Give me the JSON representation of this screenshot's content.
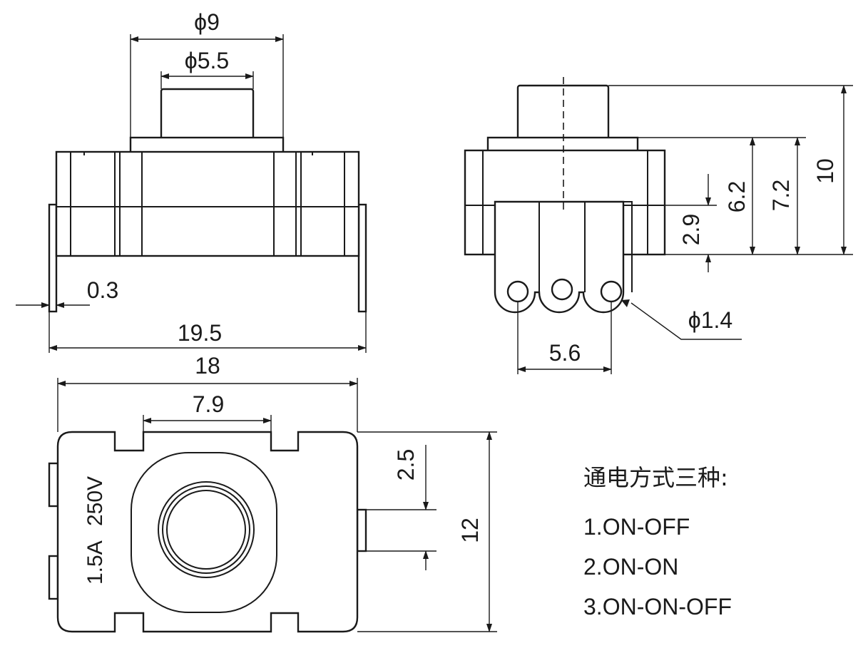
{
  "dimensions": {
    "cap_outer": "ϕ9",
    "cap_inner": "ϕ5.5",
    "pin_thickness": "0.3",
    "total_width": "19.5",
    "body_width": "18",
    "notch_spacing": "7.9",
    "pin_dia": "ϕ1.4",
    "pin_pitch": "5.6",
    "dim_2_9": "2.9",
    "dim_6_2": "6.2",
    "dim_7_2": "7.2",
    "dim_10": "10",
    "dim_2_5": "2.5",
    "dim_12": "12"
  },
  "rating": {
    "current": "1.5A",
    "voltage": "250V"
  },
  "notes": {
    "title": "通电方式三种:",
    "items": [
      "1.ON-OFF",
      "2.ON-ON",
      "3.ON-ON-OFF"
    ]
  }
}
